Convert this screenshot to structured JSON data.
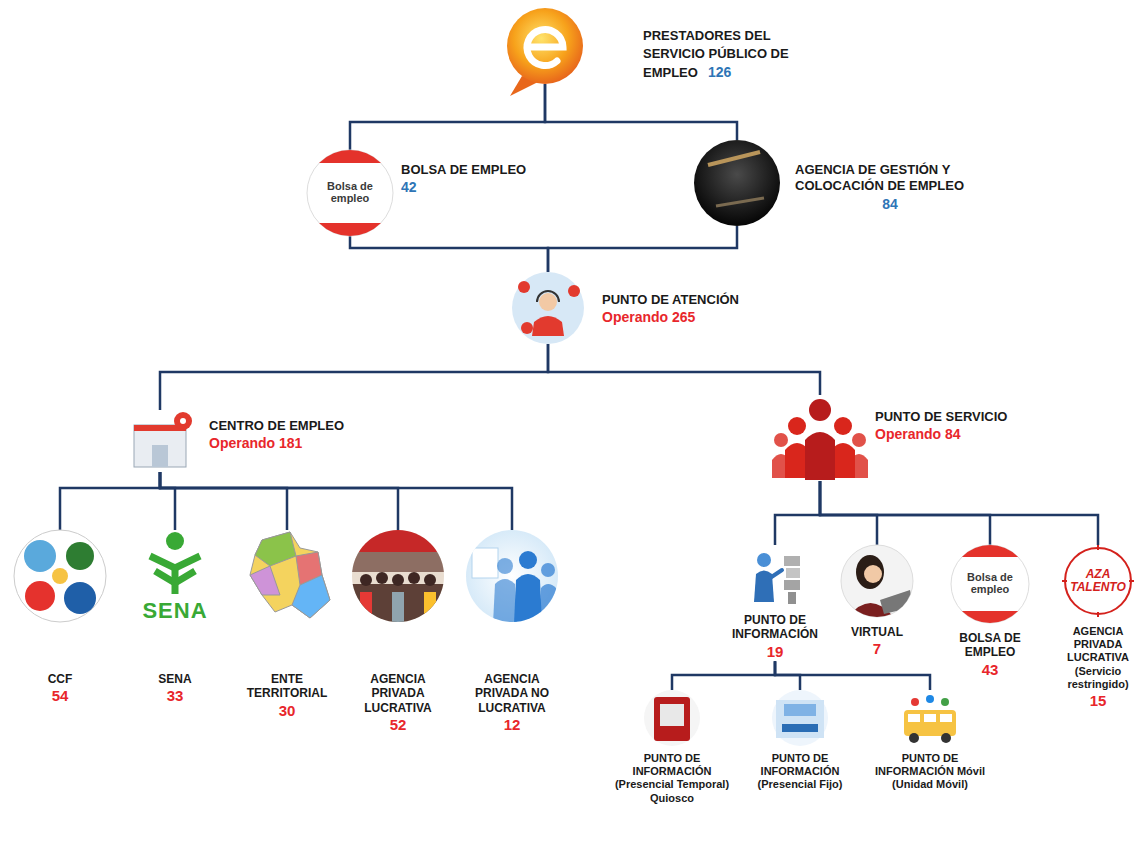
{
  "diagram": {
    "nodes": [
      {
        "text": [
          "PRESTADORES DEL SERVICIO PÚBLICO DE EMPLEO",
          "126"
        ]
      },
      {
        "text": [
          "Bolsa de empleo",
          "BOLSA DE EMPLEO",
          "42"
        ]
      },
      {
        "text": [
          "AGENCIA DE GESTIÓN Y COLOCACIÓN DE EMPLEO",
          "84"
        ]
      },
      {
        "text": [
          "PUNTO DE ATENCIÓN",
          "Operando 265"
        ]
      },
      {
        "text": [
          "CENTRO DE EMPLEO",
          "Operando 181"
        ]
      },
      {
        "text": [
          "PUNTO DE SERVICIO",
          "Operando 84"
        ]
      },
      {
        "text": [
          "CCF",
          "54"
        ]
      },
      {
        "text": [
          "SENA",
          "SENA",
          "33"
        ]
      },
      {
        "text": [
          "ENTE TERRITORIAL",
          "30"
        ]
      },
      {
        "text": [
          "AGENCIA PRIVADA LUCRATIVA",
          "52"
        ]
      },
      {
        "text": [
          "AGENCIA PRIVADA NO LUCRATIVA",
          "12"
        ]
      },
      {
        "text": [
          "PUNTO DE INFORMACIÓN",
          "19"
        ]
      },
      {
        "text": [
          "VIRTUAL",
          "7"
        ]
      },
      {
        "text": [
          "Bolsa de empleo",
          "BOLSA DE EMPLEO",
          "43"
        ]
      },
      {
        "text": [
          "AZA TALENTO",
          "AGENCIA PRIVADA LUCRATIVA (Servicio restringido)",
          "15"
        ]
      },
      {
        "text": [
          "PUNTO DE INFORMACIÓN (Presencial Temporal) Quiosco"
        ]
      },
      {
        "text": [
          "PUNTO DE INFORMACIÓN (Presencial Fijo)"
        ]
      },
      {
        "text": [
          "PUNTO DE INFORMACIÓN Móvil (Unidad Móvil)"
        ]
      }
    ],
    "edges": [
      {
        "from": 0,
        "to": 1,
        "arrow": "none"
      },
      {
        "from": 0,
        "to": 2,
        "arrow": "none"
      },
      {
        "from": 1,
        "to": 3,
        "arrow": "none"
      },
      {
        "from": 2,
        "to": 3,
        "arrow": "none"
      },
      {
        "from": 3,
        "to": 4,
        "arrow": "none"
      },
      {
        "from": 3,
        "to": 5,
        "arrow": "none"
      },
      {
        "from": 4,
        "to": 6,
        "arrow": "none"
      },
      {
        "from": 4,
        "to": 7,
        "arrow": "none"
      },
      {
        "from": 4,
        "to": 8,
        "arrow": "none"
      },
      {
        "from": 4,
        "to": 9,
        "arrow": "none"
      },
      {
        "from": 4,
        "to": 10,
        "arrow": "none"
      },
      {
        "from": 5,
        "to": 11,
        "arrow": "none"
      },
      {
        "from": 5,
        "to": 12,
        "arrow": "none"
      },
      {
        "from": 5,
        "to": 13,
        "arrow": "none"
      },
      {
        "from": 5,
        "to": 14,
        "arrow": "none"
      },
      {
        "from": 11,
        "to": 15,
        "arrow": "none"
      },
      {
        "from": 11,
        "to": 16,
        "arrow": "none"
      },
      {
        "from": 11,
        "to": 17,
        "arrow": "none"
      }
    ]
  }
}
